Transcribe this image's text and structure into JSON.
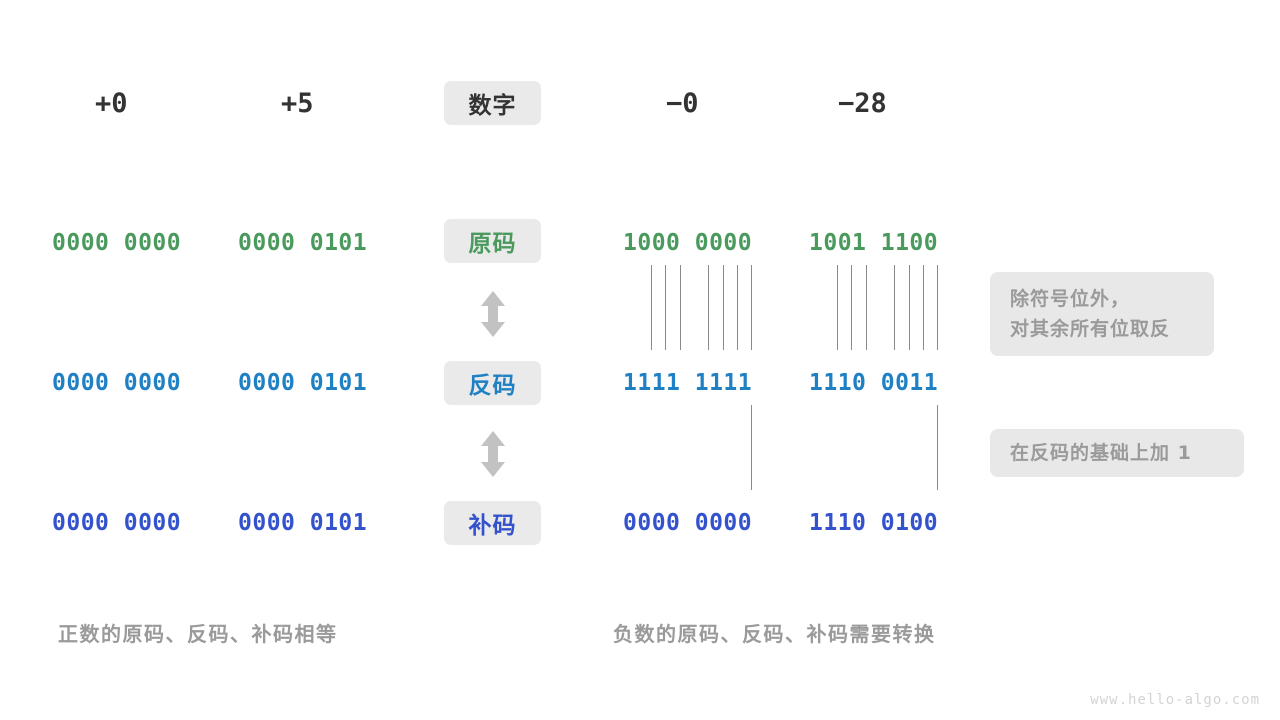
{
  "figure": {
    "title_watermark": "www.hello-algo.com"
  },
  "row_labels": [
    {
      "key": "number",
      "text": "数字",
      "color": "#333333"
    },
    {
      "key": "sign",
      "text": "原码",
      "color": "#4a9a5e"
    },
    {
      "key": "ones",
      "text": "反码",
      "color": "#1f80c4"
    },
    {
      "key": "twos",
      "text": "补码",
      "color": "#3452cc"
    }
  ],
  "columns": {
    "positive": [
      {
        "header": "+0",
        "sign_mag": "0000 0000",
        "ones_comp": "0000 0000",
        "twos_comp": "0000 0000"
      },
      {
        "header": "+5",
        "sign_mag": "0000 0101",
        "ones_comp": "0000 0101",
        "twos_comp": "0000 0101"
      }
    ],
    "negative": [
      {
        "header": "−0",
        "sign_mag": "1000 0000",
        "ones_comp": "1111 1111",
        "twos_comp": "0000 0000"
      },
      {
        "header": "−28",
        "sign_mag": "1001 1100",
        "ones_comp": "1110 0011",
        "twos_comp": "1110 0100"
      }
    ]
  },
  "notes": {
    "invert": {
      "line1": "除符号位外，",
      "line2": "对其余所有位取反"
    },
    "add_one": "在反码的基础上加 1"
  },
  "captions": {
    "left": "正数的原码、反码、补码相等",
    "right": "负数的原码、反码、补码需要转换"
  },
  "colors": {
    "green": "#4a9a5e",
    "blue": "#1f80c4",
    "indigo": "#3452cc",
    "badge_bg": "#eaeaea",
    "note_bg": "#e8e8e8",
    "muted": "#9a9a9a",
    "line": "#8a8a8a",
    "arrow": "#c2c2c2"
  }
}
